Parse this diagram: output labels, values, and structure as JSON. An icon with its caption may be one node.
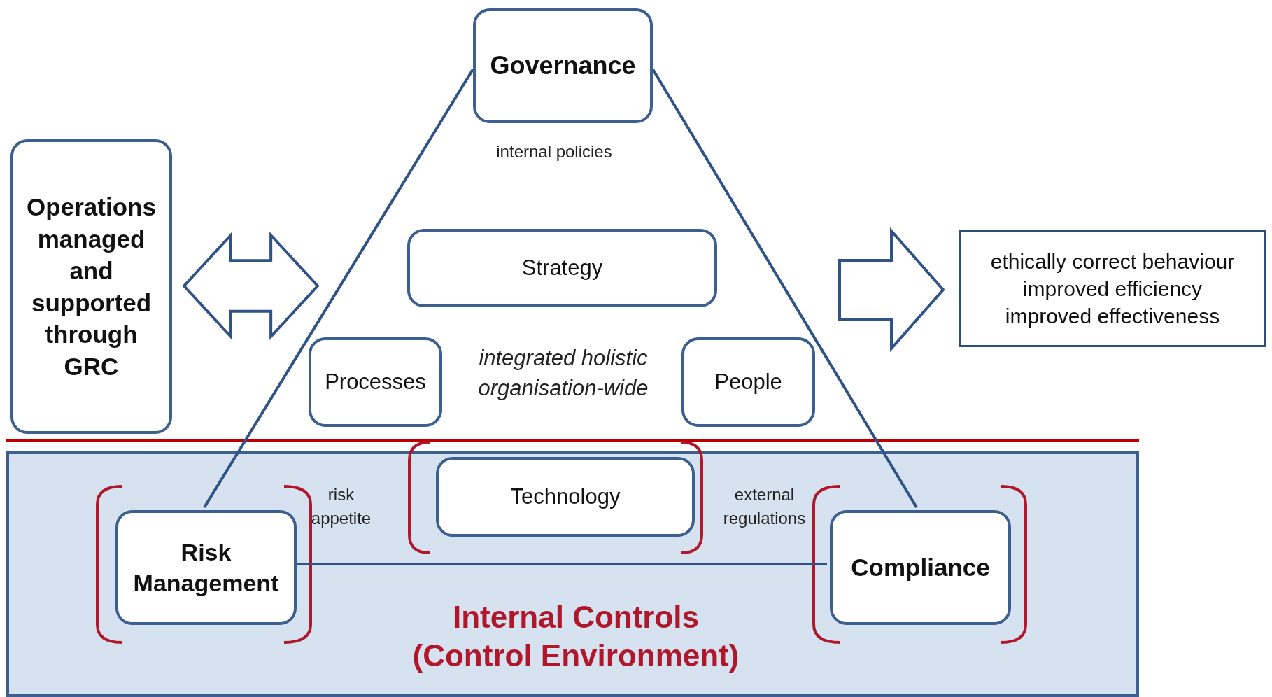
{
  "diagram": {
    "nodes": [
      {
        "text": [
          "Governance"
        ]
      },
      {
        "text": [
          "Operations managed and supported through GRC"
        ]
      },
      {
        "text": [
          "Strategy"
        ]
      },
      {
        "text": [
          "Processes"
        ]
      },
      {
        "text": [
          "People"
        ]
      },
      {
        "text": [
          "ethically correct behaviour",
          "improved efficiency",
          "improved effectiveness"
        ]
      },
      {
        "text": [
          "Internal Controls (Control Environment)"
        ]
      },
      {
        "text": [
          "Technology"
        ],
        "in": 6
      },
      {
        "text": [
          "Risk Management"
        ],
        "in": 6
      },
      {
        "text": [
          "Compliance"
        ],
        "in": 6
      }
    ],
    "edges": [
      {
        "from": 0,
        "to": 8,
        "arrow": "none"
      },
      {
        "from": 0,
        "to": 9,
        "arrow": "none"
      },
      {
        "from": 8,
        "to": 9,
        "arrow": "none"
      },
      {
        "from": 1,
        "to": null,
        "arrow": "both"
      },
      {
        "from": null,
        "to": 5,
        "arrow": "to"
      }
    ],
    "labels": [
      "internal policies",
      "integrated holistic organisation-wide",
      "risk appetite",
      "external regulations"
    ]
  }
}
